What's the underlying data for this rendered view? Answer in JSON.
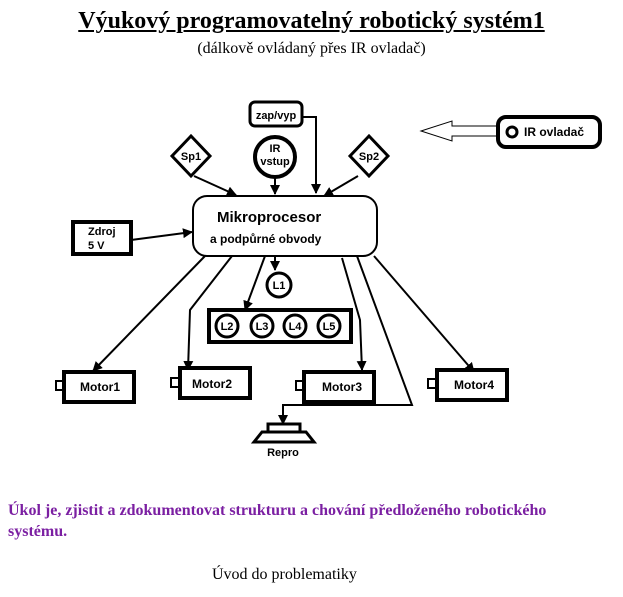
{
  "header": {
    "title": "Výukový programovatelný robotický systém1",
    "subtitle": "(dálkově ovládaný přes IR ovladač)"
  },
  "diagram": {
    "power_switch": "zap/vyp",
    "ir_input": [
      "IR",
      "vstup"
    ],
    "ir_remote": "IR ovladač",
    "sensor1": "Sp1",
    "sensor2": "Sp2",
    "power_supply": [
      "Zdroj",
      "5 V"
    ],
    "mcu": [
      "Mikroprocesor",
      "a podpůrné obvody"
    ],
    "leds": [
      "L1",
      "L2",
      "L3",
      "L4",
      "L5"
    ],
    "motors": [
      "Motor1",
      "Motor2",
      "Motor3",
      "Motor4"
    ],
    "speaker": "Repro"
  },
  "body": {
    "task": "Úkol je, zjistit a zdokumentovat strukturu a chování předloženého robotického systému.",
    "intro": "Úvod do problematiky"
  },
  "colors": {
    "accent": "#7b1fa2",
    "line": "#000000",
    "background": "#ffffff"
  }
}
